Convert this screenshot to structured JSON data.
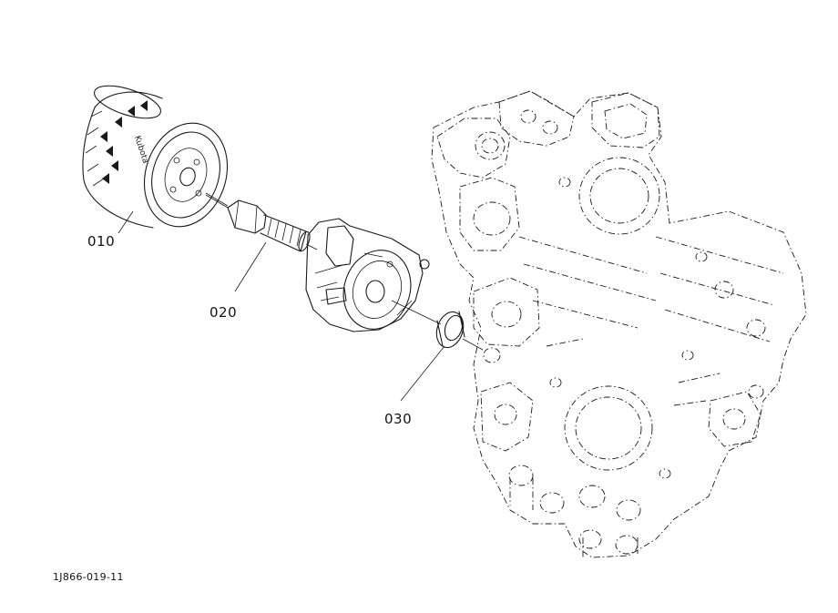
{
  "parts": [
    {
      "number": "010",
      "description": "oil-filter-cartridge"
    },
    {
      "number": "020",
      "description": "oil-filter-joint-bolt"
    },
    {
      "number": "030",
      "description": "o-ring"
    }
  ],
  "filter_brand": "Kubota",
  "drawing_code": "1J866-019-11"
}
